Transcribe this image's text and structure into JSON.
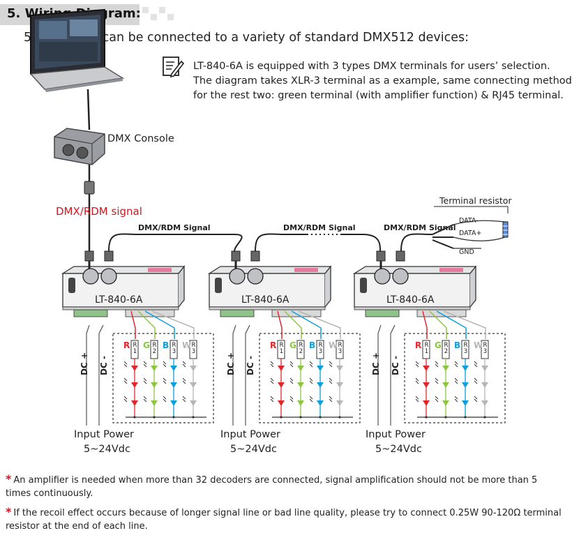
{
  "section": {
    "number": "5.",
    "title": "Wiring Diagram:"
  },
  "subtitle": "5.1 Decoder can be connected to a variety of standard DMX512 devices:",
  "note": {
    "line1": "LT-840-6A is equipped with 3 types DMX terminals for users’ selection.",
    "line2": "The diagram takes XLR-3 terminal as a example, same connecting method",
    "line3": "for the rest two: green terminal (with amplifier function) & RJ45 terminal."
  },
  "labels": {
    "console": "DMX Console",
    "signal_main": "DMX/RDM signal",
    "signal_link": "DMX/RDM Signal",
    "terminal_resistor": "Terminal resistor",
    "data_minus": "DATA-",
    "data_plus": "DATA+",
    "gnd": "GND",
    "dc_plus": "DC +",
    "dc_minus": "DC -",
    "input_power": "Input Power",
    "voltage": "5~24Vdc",
    "model": "LT-840-6A"
  },
  "channels": [
    {
      "letter": "R",
      "resistor": "R1",
      "color": "#e3262b"
    },
    {
      "letter": "G",
      "resistor": "R2",
      "color": "#8cc63f"
    },
    {
      "letter": "B",
      "resistor": "R3",
      "color": "#0c9fdc"
    },
    {
      "letter": "W",
      "resistor": "R3",
      "color": "#b5b5b5"
    }
  ],
  "footnotes": [
    "An amplifier is needed when more than 32 decoders are connected, signal amplification should not be more than  5 times continuously.",
    "If the recoil effect occurs because of longer signal line or bad line quality, please try to connect 0.25W 90-120Ω  terminal resistor at the end of each line."
  ],
  "colors": {
    "accent_red": "#d3161f",
    "header_gray": "#d6d6d6"
  }
}
